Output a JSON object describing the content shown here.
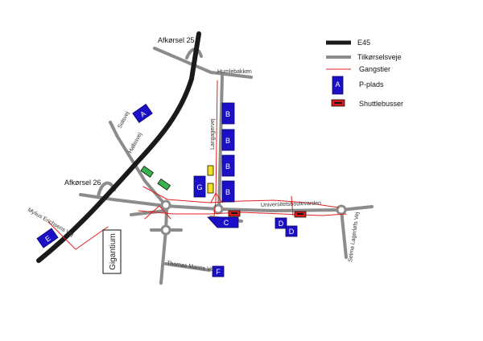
{
  "exits": {
    "exit25": "Afkørsel 25",
    "exit26": "Afkørsel 26"
  },
  "roads": {
    "humlebakken": "Humlebakken",
    "solsvej": "Solsvej",
    "hallssvej": "Hallssvej",
    "langagervej": "Langagervej",
    "universitetsboulevarden": "Universitetsboulevarden",
    "mylius": "Mylius Erichsens Vej",
    "thomas_manns": "Thomas Manns Vej",
    "selma": "Selma Lagerløfs Vej"
  },
  "venue": {
    "gigantium": "Gigantium"
  },
  "parking": {
    "A": "A",
    "B1": "B",
    "B2": "B",
    "B3": "B",
    "B4": "B",
    "G": "G",
    "C": "C",
    "D1": "D",
    "D2": "D",
    "E": "E",
    "F": "F"
  },
  "legend": {
    "e45": "E45",
    "feeder": "Tilkørselsveje",
    "paths": "Gangstier",
    "parking_symbol": "A",
    "parking": "P-plads",
    "shuttle": "Shuttlebusser"
  },
  "colors": {
    "motorway": "#1a1a1a",
    "feeder_road": "#8c8c8c",
    "footpath": "#e02020",
    "parking": "#1b10c8",
    "shuttle": "#dd1a1a",
    "marker_yellow": "#f2e21b",
    "marker_green": "#36b34a"
  }
}
